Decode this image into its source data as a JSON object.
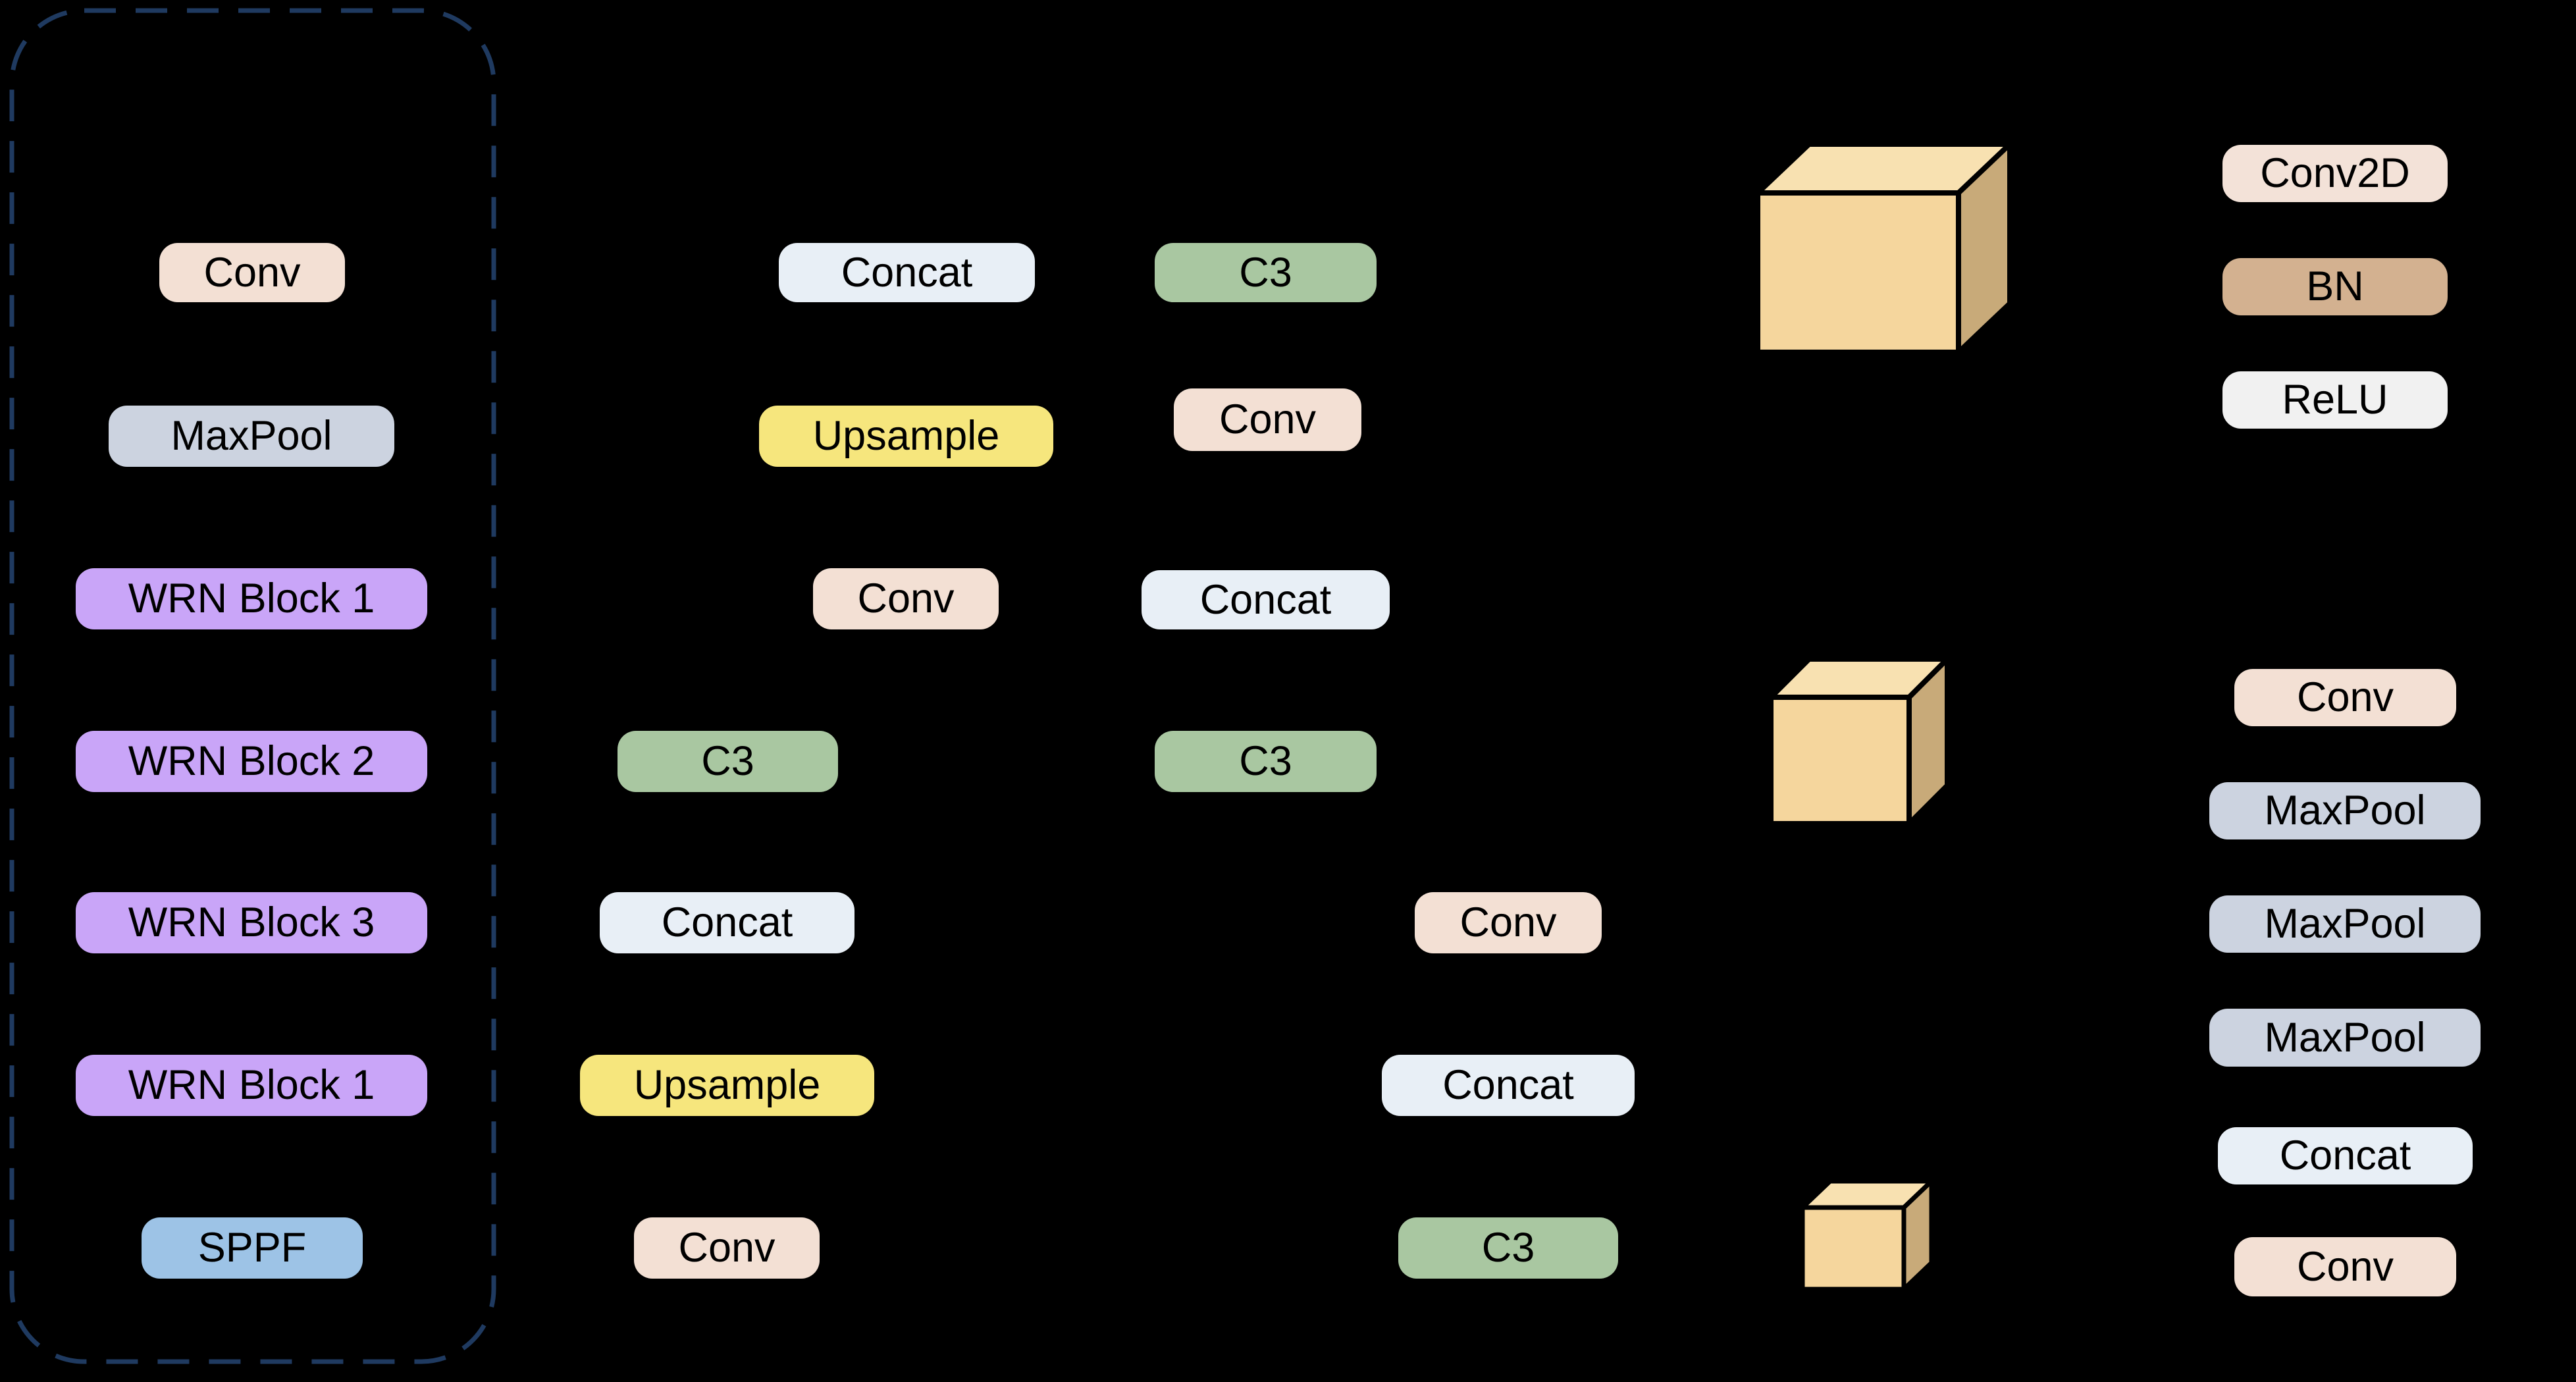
{
  "diagram_type": "neural-network-architecture",
  "palette": {
    "background": "#000000",
    "conv": "#F3E0D4",
    "conv2d": "#F3E2D8",
    "maxpool": "#CCD3E0",
    "wrn_block": "#C9A5F8",
    "sppf": "#9DC3E6",
    "concat": "#E8EFF6",
    "upsample": "#F6E67D",
    "c3": "#A9C7A1",
    "bn": "#D3B190",
    "relu": "#F1F1F1",
    "cube_front": "#F5D69D",
    "cube_top": "#F8E1B1",
    "cube_side": "#C8AA79",
    "backbone_border": "#1F3A60"
  },
  "backbone": {
    "items": [
      "Conv",
      "MaxPool",
      "WRN Block 1",
      "WRN Block 2",
      "WRN Block 3",
      "WRN Block 1",
      "SPPF"
    ]
  },
  "neck_col1": {
    "items": [
      "Concat",
      "Upsample",
      "Conv",
      "C3",
      "Concat",
      "Upsample",
      "Conv"
    ]
  },
  "neck_col2": {
    "items": [
      "C3",
      "Conv",
      "Concat",
      "C3",
      "Conv",
      "Concat",
      "C3"
    ]
  },
  "legend": {
    "items": [
      "Conv2D",
      "BN",
      "ReLU"
    ]
  },
  "right_stack": {
    "items": [
      "Conv",
      "MaxPool",
      "MaxPool",
      "MaxPool",
      "Concat",
      "Conv"
    ]
  },
  "cubes": {
    "names": [
      "feature-map-cube-large",
      "feature-map-cube-medium",
      "feature-map-cube-small"
    ]
  }
}
